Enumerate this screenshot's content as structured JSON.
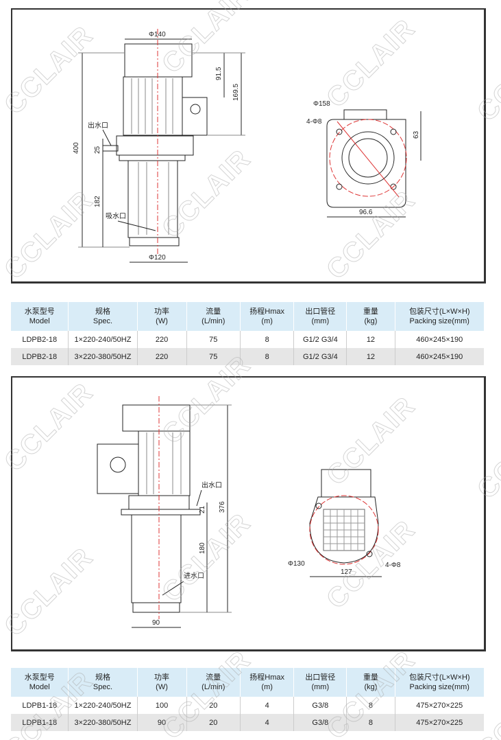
{
  "watermark": "CCLAIR",
  "drawing1": {
    "dia_top": "Φ140",
    "height_total": "400",
    "dim_a": "91.5",
    "dim_b": "169.5",
    "outlet": "出水口",
    "dim_c": "25",
    "dim_d": "182",
    "inlet": "吸水口",
    "dia_bottom": "Φ120",
    "flange_dia": "Φ158",
    "holes": "4-Φ8",
    "dim_e": "63",
    "dim_f": "96.6"
  },
  "drawing2": {
    "height_total": "376",
    "outlet": "出水口",
    "dim_c": "21",
    "dim_d": "180",
    "inlet": "进水口",
    "width_bottom": "90",
    "flange_dia": "Φ130",
    "dim_f": "127",
    "holes": "4-Φ8"
  },
  "headers": [
    [
      "水泵型号",
      "Model"
    ],
    [
      "规格",
      "Spec."
    ],
    [
      "功率",
      "(W)"
    ],
    [
      "流量",
      "(L/min)"
    ],
    [
      "扬程Hmax",
      "(m)"
    ],
    [
      "出口管径",
      "(mm)"
    ],
    [
      "重量",
      "(kg)"
    ],
    [
      "包装尺寸(L×W×H)",
      "Packing size(mm)"
    ]
  ],
  "table1": [
    [
      "LDPB2-18",
      "1×220-240/50HZ",
      "220",
      "75",
      "8",
      "G1/2  G3/4",
      "12",
      "460×245×190"
    ],
    [
      "LDPB2-18",
      "3×220-380/50HZ",
      "220",
      "75",
      "8",
      "G1/2  G3/4",
      "12",
      "460×245×190"
    ]
  ],
  "table2": [
    [
      "LDPB1-18",
      "1×220-240/50HZ",
      "100",
      "20",
      "4",
      "G3/8",
      "8",
      "475×270×225"
    ],
    [
      "LDPB1-18",
      "3×220-380/50HZ",
      "90",
      "20",
      "4",
      "G3/8",
      "8",
      "475×270×225"
    ]
  ]
}
